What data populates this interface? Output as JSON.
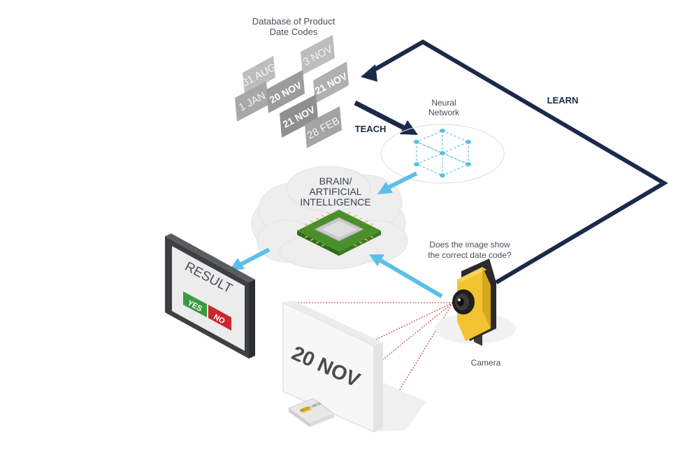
{
  "database": {
    "title_line1": "Database of Product",
    "title_line2": "Date Codes",
    "cards": [
      "31 AUG",
      "3 NOV",
      "1 JAN",
      "20 NOV",
      "21 NOV",
      "21 NOV",
      "28 FEB"
    ]
  },
  "neural_network": {
    "label_line1": "Neural",
    "label_line2": "Network"
  },
  "brain": {
    "line1": "BRAIN/",
    "line2": "ARTIFICIAL",
    "line3": "INTELLIGENCE"
  },
  "arrows": {
    "teach": "TEACH",
    "learn": "LEARN"
  },
  "question": {
    "line1": "Does the image show",
    "line2": "the correct date code?"
  },
  "camera": {
    "label": "Camera"
  },
  "monitor": {
    "title": "RESULT",
    "yes": "YES",
    "no": "NO"
  },
  "product": {
    "date_code": "20 NOV",
    "pack_line1": "READY MEAL"
  },
  "colors": {
    "navy": "#1b2a4a",
    "blue_arrow": "#5bbfe8",
    "camera_yellow": "#f2c230",
    "yes_green": "#3a9a3f",
    "no_red": "#c8282e",
    "chip_green": "#4a8f2a",
    "card_grey": "#9a9a9a",
    "cloud_grey": "#eeeeee"
  }
}
